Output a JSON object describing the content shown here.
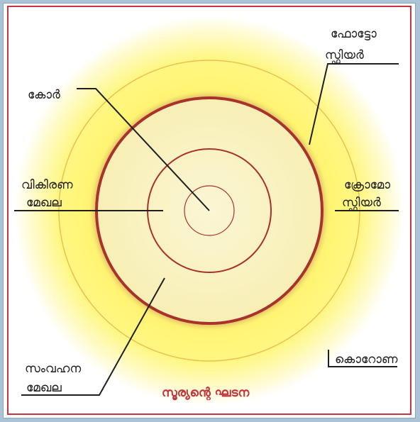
{
  "diagram": {
    "title": "സൂര്യന്റെ ഘടന",
    "labels": {
      "core": "കോർ",
      "photosphere_line1": "ഫോട്ടോ",
      "photosphere_line2": "സ്ഫിയർ",
      "radiation_line1": "വികിരണ",
      "radiation_line2": "മേഖല",
      "chromosphere_line1": "ക്രോമോ",
      "chromosphere_line2": "സ്ഫിയർ",
      "convection_line1": "സംവഹന",
      "convection_line2": "മേഖല",
      "corona": "കൊറോണ"
    },
    "colors": {
      "border": "#c7333f",
      "ring": "#a8332c",
      "glow": "#fff27a",
      "disc": "#fbf5c8",
      "title": "#c2353f"
    }
  }
}
